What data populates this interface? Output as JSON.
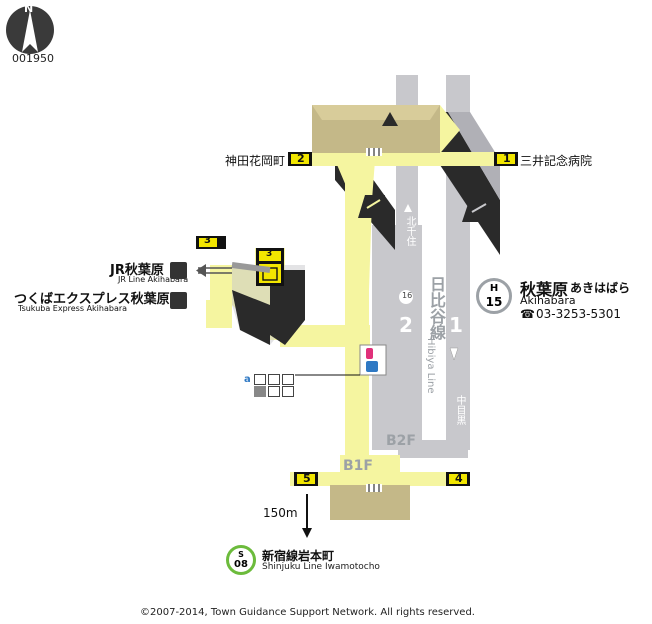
{
  "map_id": "001950",
  "compass": "N",
  "copyright": "©2007-2014, Town Guidance Support Network. All rights reserved.",
  "station": {
    "line_code": "H",
    "station_number": "15",
    "name": "秋葉原",
    "kana": "あきはばら",
    "romaji": "Akihabara",
    "tel": "03-3253-5301",
    "line_vertical": "日比谷線",
    "line_vertical_romaji": "Hibiya Line"
  },
  "platforms": [
    {
      "number": "1",
      "direction": "中目黒"
    },
    {
      "number": "2",
      "direction": "北千住"
    }
  ],
  "car_number": "16",
  "floors": {
    "b1": "B1F",
    "b2": "B2F"
  },
  "exits": [
    {
      "number": "1",
      "label": "三井記念病院"
    },
    {
      "number": "2",
      "label": "神田花岡町"
    },
    {
      "number": "3",
      "label": ""
    },
    {
      "number": "4",
      "label": ""
    },
    {
      "number": "5",
      "label": ""
    }
  ],
  "elevator_exit": "3",
  "transfers": [
    {
      "name": "JR秋葉原",
      "romaji": "JR Line Akihabara"
    },
    {
      "name": "つくばエクスプレス秋葉原",
      "romaji": "Tsukuba Express Akihabara"
    }
  ],
  "facility_label": "a",
  "walk": {
    "distance": "150m",
    "code": "S",
    "number": "08",
    "name": "新宿線岩本町",
    "romaji": "Shinjuku Line Iwamotocho"
  },
  "colors": {
    "concourse": "#f5f5a0",
    "platform": "#c8c8cc",
    "stairs": "#c4b888",
    "track": "#2a2a2a",
    "exit_box": "#111111",
    "exit_num": "#f2e600",
    "hibiya": "#9ca1a6",
    "shinjuku": "#6cbb3c",
    "toilet_pink": "#e0307a",
    "accessible_blue": "#2f79c4"
  }
}
